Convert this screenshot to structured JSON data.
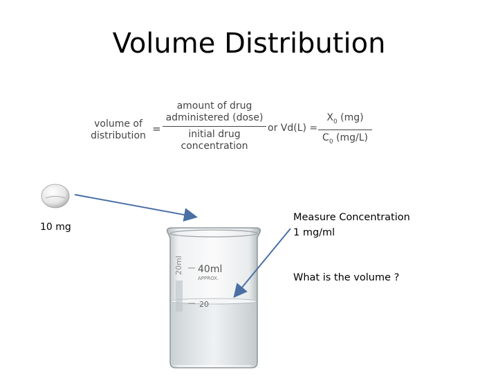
{
  "slide": {
    "title": "Volume Distribution",
    "formula": {
      "lhs_line1": "volume of",
      "lhs_line2": "distribution",
      "equals": "=",
      "numerator_line1": "amount of drug",
      "numerator_line2": "administered (dose)",
      "denominator_line1": "initial drug",
      "denominator_line2": "concentration",
      "or_vd": "or Vd(L) =",
      "x_symbol": "X",
      "x_sub": "0",
      "x_unit": " (mg)",
      "c_symbol": "C",
      "c_sub": "0",
      "c_unit": " (mg/L)"
    },
    "dose_label": "10 mg",
    "beaker": {
      "volume_label": "40ml",
      "approx_label": "APPROX.",
      "side_mark": "20ml",
      "tick_label": "20"
    },
    "measure_line1": "Measure Concentration",
    "measure_line2": "1 mg/ml",
    "question": "What is the volume ?"
  },
  "colors": {
    "arrow": "#4a6fa5",
    "formula_text": "#444444",
    "liquid": "#dfe4e6"
  }
}
